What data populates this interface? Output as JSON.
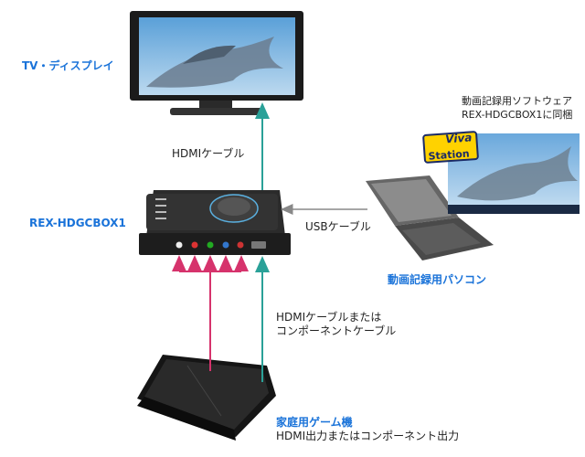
{
  "labels": {
    "tv": "TV・ディスプレイ",
    "hdmi_cable": "HDMIケーブル",
    "device": "REX-HDGCBOX1",
    "usb_cable": "USBケーブル",
    "software_line1": "動画記録用ソフトウェア",
    "software_line2": "REX-HDGCBOX1に同梱",
    "pc": "動画記録用パソコン",
    "cable2_line1": "HDMIケーブルまたは",
    "cable2_line2": "コンポーネントケーブル",
    "console": "家庭用ゲーム機",
    "console_output": "HDMI出力またはコンポーネント出力"
  },
  "logo": {
    "line1": "Viva",
    "line2": "Station"
  },
  "colors": {
    "hdmi_line": "#2aa198",
    "component_line": "#d6336c",
    "usb_line": "#888888",
    "label_blue": "#1a73d9"
  },
  "icons": [
    "tv-icon",
    "capture-box-icon",
    "laptop-icon",
    "software-screenshot-icon",
    "game-console-icon"
  ]
}
